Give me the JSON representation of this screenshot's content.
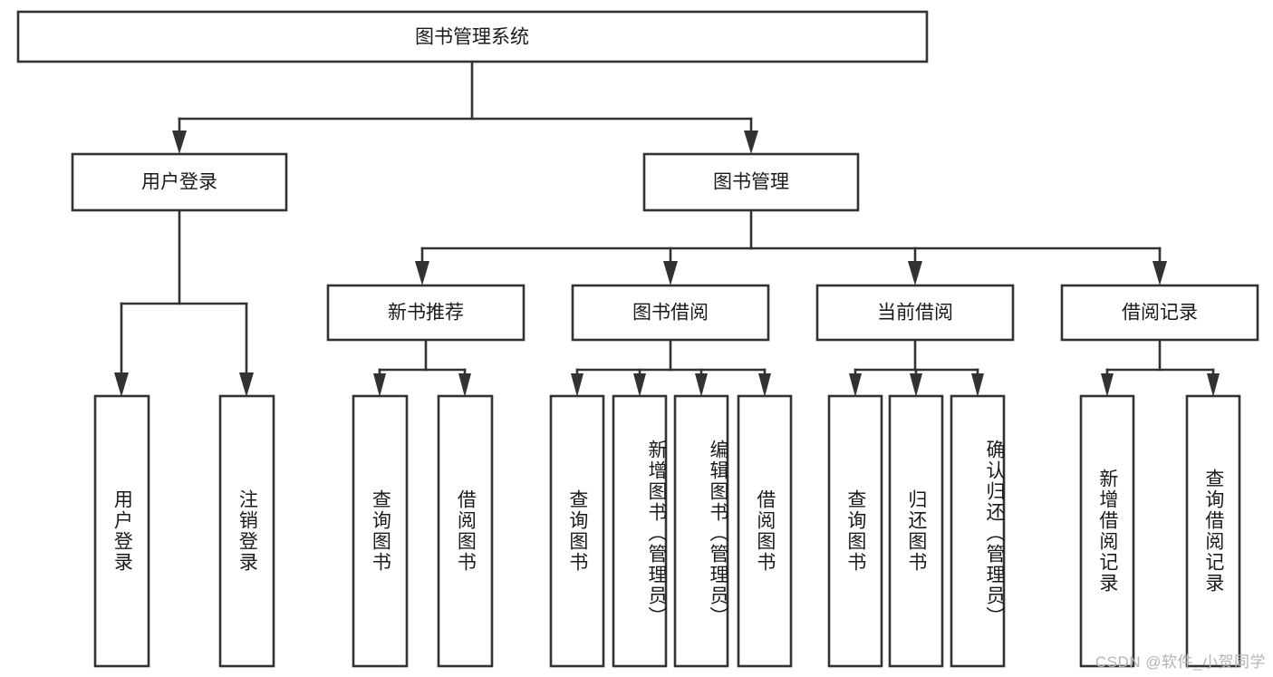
{
  "diagram": {
    "type": "tree-hierarchy-chart",
    "title": "图书管理系统",
    "orientation": "top-down",
    "colors": {
      "box_fill": "#ffffff",
      "box_stroke": "#323232",
      "text": "#1a1a1a",
      "background": "#ffffff",
      "watermark": "#b4b4b4"
    },
    "levels": [
      {
        "level": 1,
        "nodes": [
          {
            "id": "root",
            "label": "图书管理系统",
            "orientation": "horizontal"
          }
        ]
      },
      {
        "level": 2,
        "nodes": [
          {
            "id": "user-login",
            "label": "用户登录",
            "orientation": "horizontal",
            "parent": "root"
          },
          {
            "id": "book-manage",
            "label": "图书管理",
            "orientation": "horizontal",
            "parent": "root"
          }
        ]
      },
      {
        "level": 3,
        "nodes": [
          {
            "id": "new-book-recommend",
            "label": "新书推荐",
            "orientation": "horizontal",
            "parent": "book-manage"
          },
          {
            "id": "book-borrow",
            "label": "图书借阅",
            "orientation": "horizontal",
            "parent": "book-manage"
          },
          {
            "id": "current-borrow",
            "label": "当前借阅",
            "orientation": "horizontal",
            "parent": "book-manage"
          },
          {
            "id": "borrow-record",
            "label": "借阅记录",
            "orientation": "horizontal",
            "parent": "book-manage"
          }
        ]
      },
      {
        "level": 4,
        "nodes": [
          {
            "id": "leaf-user-login",
            "label": "用户登录",
            "orientation": "vertical",
            "parent": "user-login"
          },
          {
            "id": "leaf-logout",
            "label": "注销登录",
            "orientation": "vertical",
            "parent": "user-login"
          },
          {
            "id": "leaf-query-book-1",
            "label": "查询图书",
            "orientation": "vertical",
            "parent": "new-book-recommend"
          },
          {
            "id": "leaf-borrow-book-1",
            "label": "借阅图书",
            "orientation": "vertical",
            "parent": "new-book-recommend"
          },
          {
            "id": "leaf-query-book-2",
            "label": "查询图书",
            "orientation": "vertical",
            "parent": "book-borrow"
          },
          {
            "id": "leaf-add-book",
            "label": "新增图书（管理员）",
            "orientation": "vertical",
            "parent": "book-borrow"
          },
          {
            "id": "leaf-edit-book",
            "label": "编辑图书（管理员）",
            "orientation": "vertical",
            "parent": "book-borrow"
          },
          {
            "id": "leaf-borrow-book-2",
            "label": "借阅图书",
            "orientation": "vertical",
            "parent": "book-borrow"
          },
          {
            "id": "leaf-query-book-3",
            "label": "查询图书",
            "orientation": "vertical",
            "parent": "current-borrow"
          },
          {
            "id": "leaf-return-book",
            "label": "归还图书",
            "orientation": "vertical",
            "parent": "current-borrow"
          },
          {
            "id": "leaf-confirm-return",
            "label": "确认归还（管理员）",
            "orientation": "vertical",
            "parent": "current-borrow"
          },
          {
            "id": "leaf-add-record",
            "label": "新增借阅记录",
            "orientation": "vertical",
            "parent": "borrow-record"
          },
          {
            "id": "leaf-query-record",
            "label": "查询借阅记录",
            "orientation": "vertical",
            "parent": "borrow-record"
          }
        ]
      }
    ],
    "watermark": "CSDN @软件_小贺同学"
  }
}
